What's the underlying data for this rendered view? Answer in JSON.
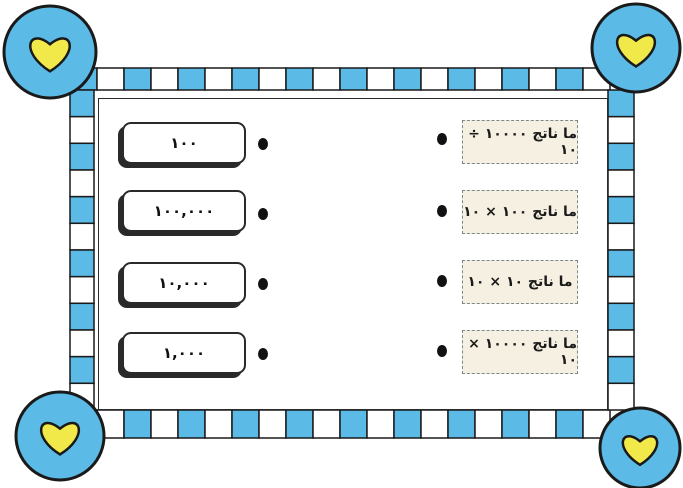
{
  "colors": {
    "frame_blue": "#5bbbe6",
    "outline": "#1a1a1a",
    "heart_yellow": "#f1e94a",
    "paper": "#f5f0e1"
  },
  "corner_icons": [
    "heart-icon",
    "heart-icon",
    "heart-icon",
    "heart-icon"
  ],
  "right_labels": [
    "ما ناتج ١٠٠٠٠ ÷ ١٠",
    "ما ناتج ١٠٠ × ١٠",
    "ما ناتج ١٠ × ١٠",
    "ما ناتج ١٠٠٠٠ × ١٠"
  ],
  "left_numbers": [
    "١٠٠",
    "١٠٠,٠٠٠",
    "١٠,٠٠٠",
    "١,٠٠٠"
  ]
}
